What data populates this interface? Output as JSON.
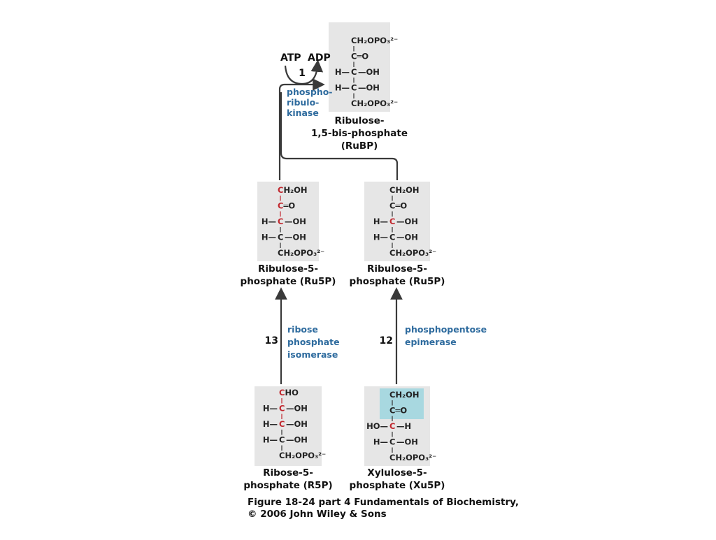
{
  "compounds": {
    "rubp": {
      "rows": [
        {
          "l": "",
          "c": "CH₂OPO₃²⁻"
        },
        {
          "l": "",
          "c": "C═O"
        },
        {
          "l": "H—",
          "c": "C",
          "r": "—OH"
        },
        {
          "l": "H—",
          "c": "C",
          "r": "—OH"
        },
        {
          "l": "",
          "c": "CH₂OPO₃²⁻"
        }
      ],
      "name": [
        "Ribulose-",
        "1,5-bis-phosphate",
        "(RuBP)"
      ]
    },
    "ru5p_left": {
      "rows": [
        {
          "l": "",
          "c": "CH₂OH",
          "red": "C"
        },
        {
          "l": "",
          "c": "C═O",
          "red": "C"
        },
        {
          "l": "H—",
          "c": "C",
          "r": "—OH",
          "red": "C"
        },
        {
          "l": "H—",
          "c": "C",
          "r": "—OH"
        },
        {
          "l": "",
          "c": "CH₂OPO₃²⁻"
        }
      ],
      "name": [
        "Ribulose-5-",
        "phosphate (Ru5P)"
      ]
    },
    "ru5p_right": {
      "rows": [
        {
          "l": "",
          "c": "CH₂OH"
        },
        {
          "l": "",
          "c": "C═O"
        },
        {
          "l": "H—",
          "c": "C",
          "r": "—OH",
          "red": "C"
        },
        {
          "l": "H—",
          "c": "C",
          "r": "—OH"
        },
        {
          "l": "",
          "c": "CH₂OPO₃²⁻"
        }
      ],
      "name": [
        "Ribulose-5-",
        "phosphate (Ru5P)"
      ]
    },
    "r5p": {
      "rows": [
        {
          "l": "",
          "c": "CHO",
          "red": "C"
        },
        {
          "l": "H—",
          "c": "C",
          "r": "—OH",
          "red": "C"
        },
        {
          "l": "H—",
          "c": "C",
          "r": "—OH",
          "red": "C"
        },
        {
          "l": "H—",
          "c": "C",
          "r": "—OH"
        },
        {
          "l": "",
          "c": "CH₂OPO₃²⁻"
        }
      ],
      "name": [
        "Ribose-5-",
        "phosphate (R5P)"
      ]
    },
    "xu5p": {
      "rows": [
        {
          "l": "",
          "c": "CH₂OH"
        },
        {
          "l": "",
          "c": "C═O"
        },
        {
          "l": "HO—",
          "c": "C",
          "r": "—H",
          "red": "C"
        },
        {
          "l": "H—",
          "c": "C",
          "r": "—OH"
        },
        {
          "l": "",
          "c": "CH₂OPO₃²⁻"
        }
      ],
      "name": [
        "Xylulose-5-",
        "phosphate (Xu5P)"
      ]
    }
  },
  "reactions": {
    "r1": {
      "number": "1",
      "enzyme": [
        "phospho-",
        "ribulo-",
        "kinase"
      ],
      "atp": "ATP",
      "adp": "ADP"
    },
    "r12": {
      "number": "12",
      "enzyme": [
        "phosphopentose",
        "epimerase"
      ]
    },
    "r13": {
      "number": "13",
      "enzyme": [
        "ribose",
        "phosphate",
        "isomerase"
      ]
    }
  },
  "caption": [
    "Figure 18-24 part 4  Fundamentals of Biochemistry,",
    "© 2006 John Wiley & Sons"
  ],
  "colors": {
    "box": "#e6e6e6",
    "highlight": "#a8d8e0",
    "enzyme": "#2e6b9e",
    "red_carbon": "#c0262d",
    "arrow": "#3a3a3a"
  }
}
